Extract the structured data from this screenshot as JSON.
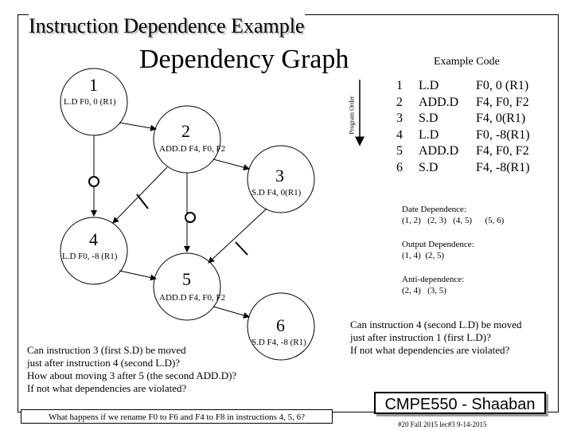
{
  "slide_title": "Instruction Dependence Example",
  "graph_title": "Dependency Graph",
  "nodes": [
    {
      "num": "1",
      "instr": "L.D  F0, 0 (R1)"
    },
    {
      "num": "2",
      "instr": "ADD.D  F4, F0, F2"
    },
    {
      "num": "3",
      "instr": "S.D  F4, 0(R1)"
    },
    {
      "num": "4",
      "instr": "L.D  F0, -8 (R1)"
    },
    {
      "num": "5",
      "instr": "ADD.D  F4, F0, F2"
    },
    {
      "num": "6",
      "instr": "S.D  F4, -8 (R1)"
    }
  ],
  "program_order_label": "Program Order",
  "example_code": {
    "title": "Example Code",
    "rows": [
      {
        "num": "1",
        "op": "L.D",
        "args": "F0, 0 (R1)"
      },
      {
        "num": "2",
        "op": "ADD.D",
        "args": "F4, F0, F2"
      },
      {
        "num": "3",
        "op": "S.D",
        "args": "F4, 0(R1)"
      },
      {
        "num": "4",
        "op": "L.D",
        "args": "F0, -8(R1)"
      },
      {
        "num": "5",
        "op": "ADD.D",
        "args": "F4, F0, F2"
      },
      {
        "num": "6",
        "op": "S.D",
        "args": "F4, -8(R1)"
      }
    ]
  },
  "dependences": {
    "data": {
      "label": "Date Dependence:",
      "pairs": "(1, 2)   (2, 3)   (4, 5)      (5, 6)"
    },
    "output": {
      "label": "Output Dependence:",
      "pairs": "(1, 4)  (2, 5)"
    },
    "anti": {
      "label": "Anti-dependence:",
      "pairs": "(2, 4)   (3, 5)"
    }
  },
  "question_left": [
    "Can instruction 3 (first S.D) be moved",
    "just after instruction 4  (second L.D)?",
    "How about moving 3 after 5 (the second ADD.D)?",
    "If not what dependencies are violated?"
  ],
  "question_right": [
    "Can instruction 4 (second L.D) be moved",
    "just after instruction 1 (first L.D)?",
    "If not what dependencies are violated?"
  ],
  "rename_question": "What happens if we rename F0 to F6  and  F4 to F8 in instructions 4, 5, 6?",
  "course": "CMPE550 - Shaaban",
  "footer": "#20  Fall 2015  lec#3  9-14-2015"
}
